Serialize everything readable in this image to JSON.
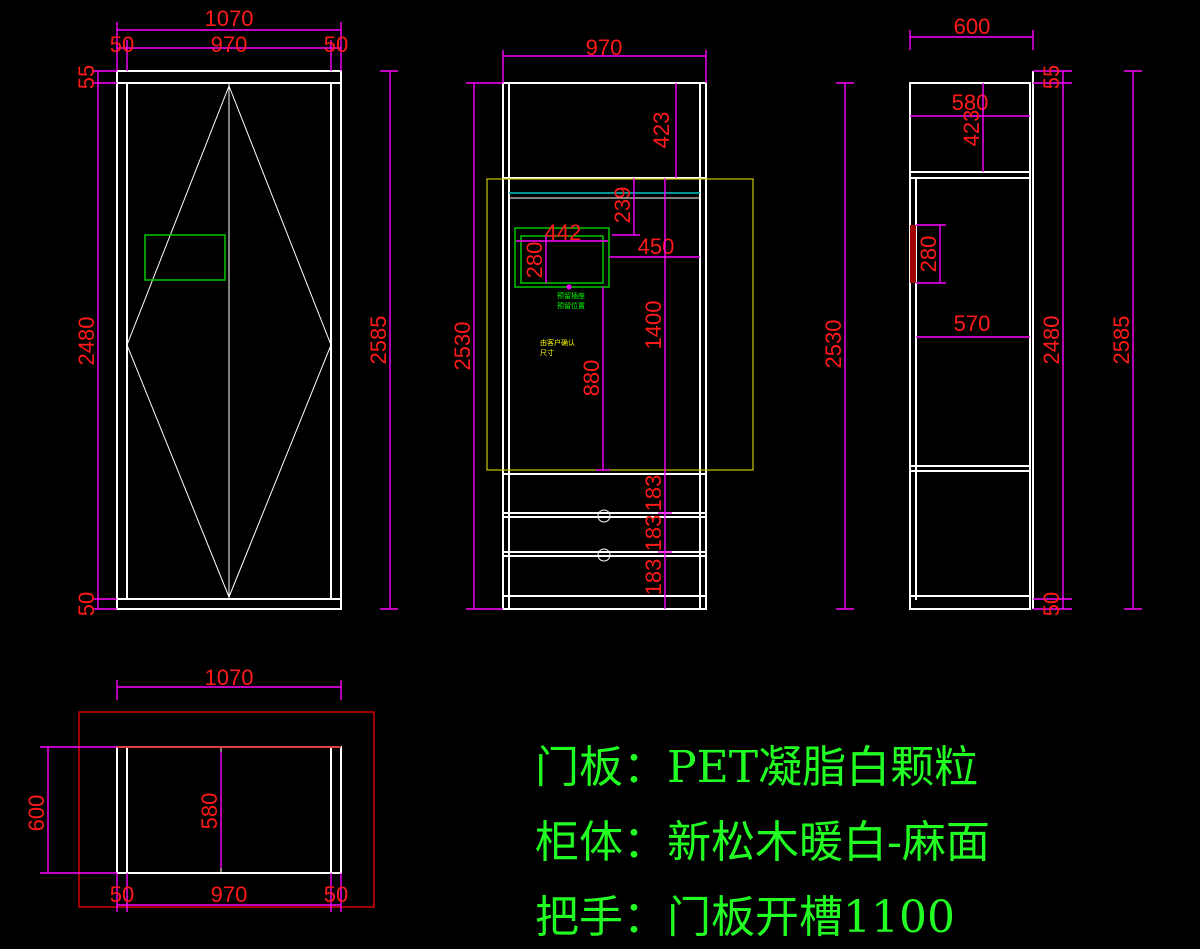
{
  "front_view": {
    "dims": {
      "overall_width": "1070",
      "left_side": "50",
      "inner_width": "970",
      "right_side": "50",
      "top": "55",
      "height_inner": "2480",
      "bottom": "50",
      "height_total": "2585"
    }
  },
  "interior_view": {
    "dims": {
      "width": "970",
      "top_section": "423",
      "rail_offset": "239",
      "cutout_w": "442",
      "cutout_h": "280",
      "offset_450": "450",
      "hang_height": "1400",
      "height_880": "880",
      "height": "2530",
      "drawer_1": "183",
      "drawer_2": "183",
      "drawer_3": "183"
    },
    "notes": {
      "green_1": "预留插座",
      "green_2": "预留位置",
      "yellow_1": "由客户确认",
      "yellow_2": "尺寸"
    }
  },
  "side_view": {
    "dims": {
      "depth": "600",
      "top": "55",
      "shelf_depth": "580",
      "top_section": "423",
      "handle_len": "280",
      "inner_depth": "570",
      "height": "2530",
      "height_inner": "2480",
      "height_total": "2585",
      "bottom": "50"
    }
  },
  "plan_view": {
    "dims": {
      "width": "1070",
      "depth": "600",
      "inner_depth": "580",
      "left": "50",
      "inner_width": "970",
      "right": "50"
    }
  },
  "specs": [
    "门板：PET凝脂白颗粒",
    "柜体：新松木暖白-麻面",
    "把手：门板开槽1100"
  ]
}
